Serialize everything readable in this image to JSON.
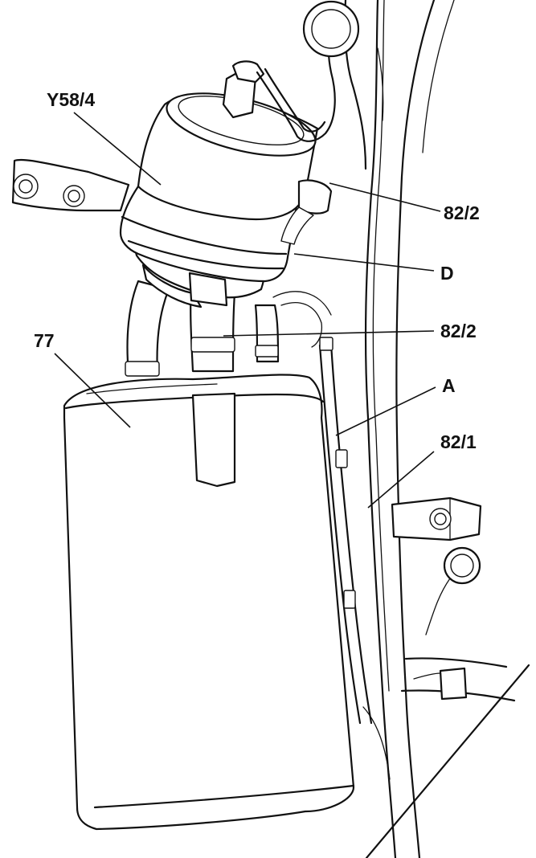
{
  "diagram": {
    "labels": {
      "solenoid_valve": "Y58/4",
      "line_top": "82/2",
      "point_d": "D",
      "line_middle": "82/2",
      "canister": "77",
      "point_a": "A",
      "line_lower": "82/1"
    }
  }
}
